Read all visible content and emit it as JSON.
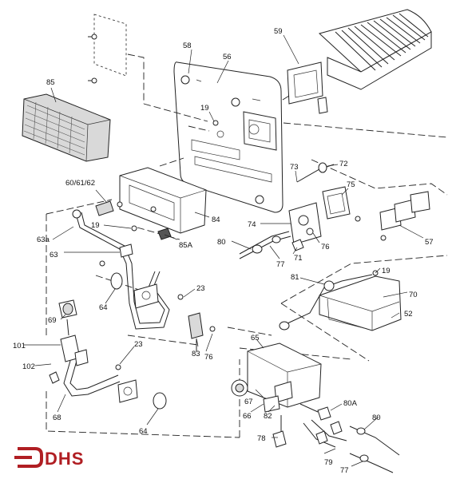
{
  "logo": {
    "text": "DHS",
    "color": "#b01e23"
  },
  "labels": {
    "p58": "58",
    "p56": "56",
    "p59": "59",
    "p85": "85",
    "p19a": "19",
    "p72": "72",
    "p73": "73",
    "p75": "75",
    "p60": "60/61/62",
    "p84": "84",
    "p19b": "19",
    "p74": "74",
    "p57": "57",
    "p63a": "63a",
    "p85a": "85A",
    "p80a": "80",
    "p76a": "76",
    "p71": "71",
    "p77a": "77",
    "p63": "63",
    "p19c": "19",
    "p81": "81",
    "p64a": "64",
    "p23a": "23",
    "p70": "70",
    "p52": "52",
    "p69": "69",
    "p83": "83",
    "p76b": "76",
    "p101": "101",
    "p65": "65",
    "p23b": "23",
    "p102": "102",
    "p67": "67",
    "p80b": "80A",
    "p66": "66",
    "p82": "82",
    "p80c": "80",
    "p68": "68",
    "p64b": "64",
    "p78": "78",
    "p79": "79",
    "p77b": "77"
  }
}
